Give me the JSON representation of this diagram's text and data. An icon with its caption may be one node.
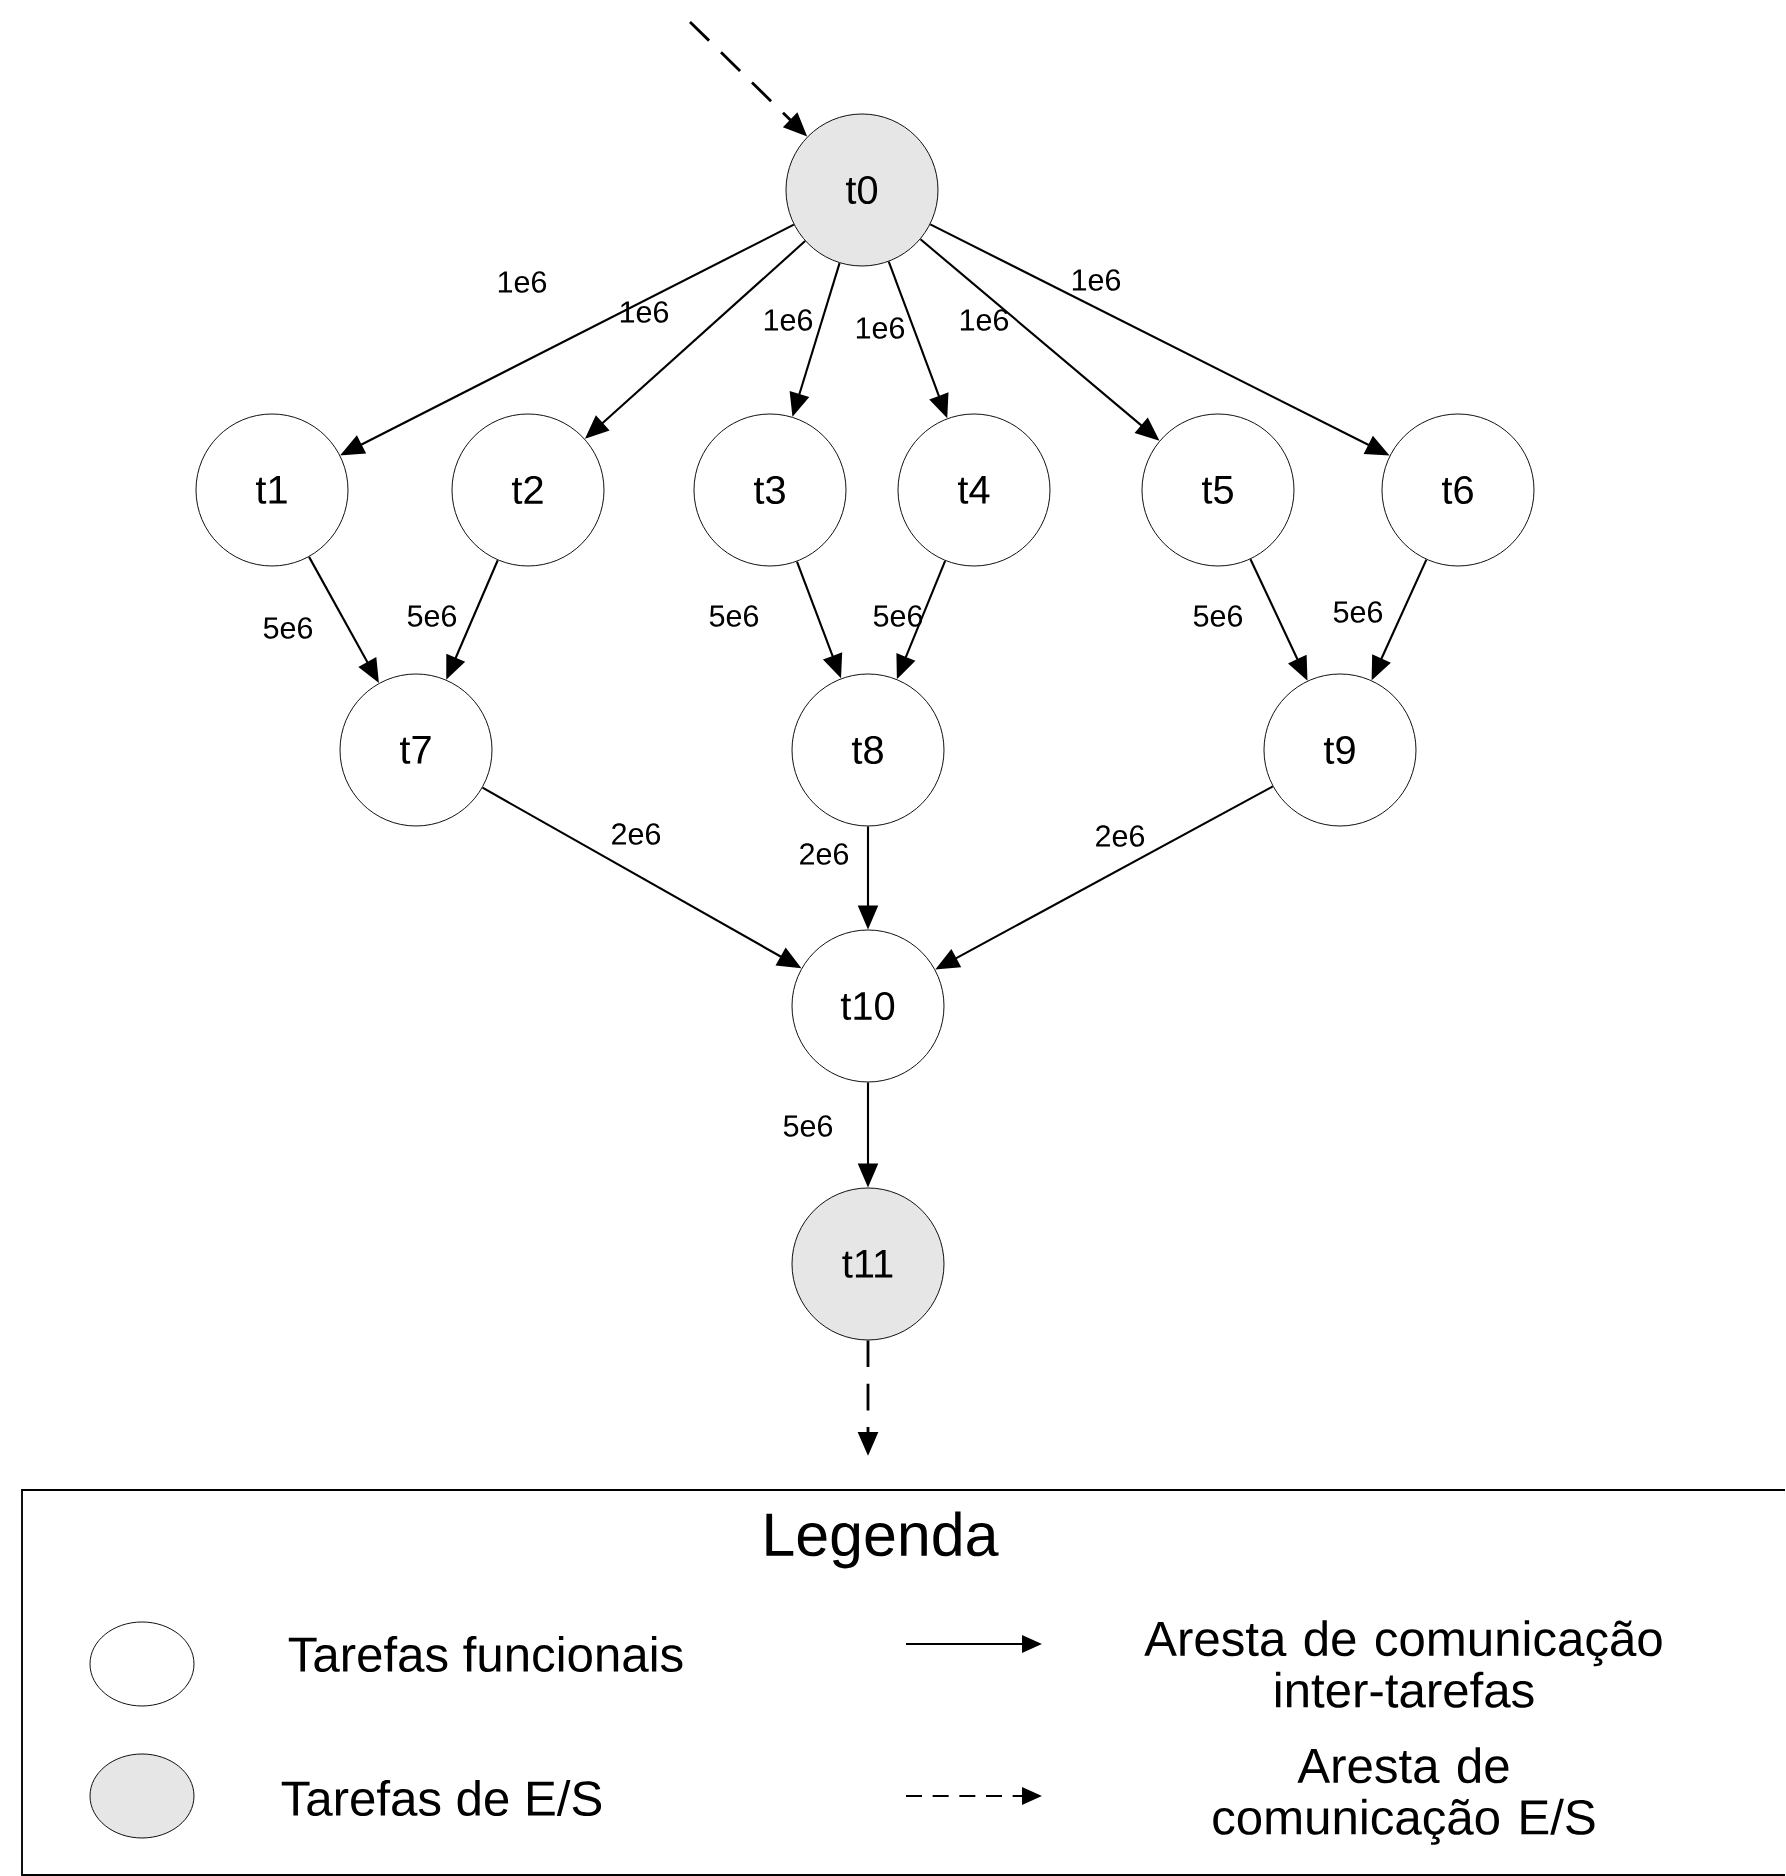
{
  "diagram": {
    "nodes": [
      {
        "text": [
          "t0"
        ]
      },
      {
        "text": [
          "t1"
        ]
      },
      {
        "text": [
          "t2"
        ]
      },
      {
        "text": [
          "t3"
        ]
      },
      {
        "text": [
          "t4"
        ]
      },
      {
        "text": [
          "t5"
        ]
      },
      {
        "text": [
          "t6"
        ]
      },
      {
        "text": [
          "t7"
        ]
      },
      {
        "text": [
          "t8"
        ]
      },
      {
        "text": [
          "t9"
        ]
      },
      {
        "text": [
          "t10"
        ]
      },
      {
        "text": [
          "t11"
        ]
      }
    ],
    "edges": [
      {
        "from": null,
        "to": 0,
        "arrow": "to",
        "style": "dashed"
      },
      {
        "from": 0,
        "to": 1,
        "arrow": "to",
        "label": "1e6"
      },
      {
        "from": 0,
        "to": 2,
        "arrow": "to",
        "label": "1e6"
      },
      {
        "from": 0,
        "to": 3,
        "arrow": "to",
        "label": "1e6"
      },
      {
        "from": 0,
        "to": 4,
        "arrow": "to",
        "label": "1e6"
      },
      {
        "from": 0,
        "to": 5,
        "arrow": "to",
        "label": "1e6"
      },
      {
        "from": 0,
        "to": 6,
        "arrow": "to",
        "label": "1e6"
      },
      {
        "from": 1,
        "to": 7,
        "arrow": "to",
        "label": "5e6"
      },
      {
        "from": 2,
        "to": 7,
        "arrow": "to",
        "label": "5e6"
      },
      {
        "from": 3,
        "to": 8,
        "arrow": "to",
        "label": "5e6"
      },
      {
        "from": 4,
        "to": 8,
        "arrow": "to",
        "label": "5e6"
      },
      {
        "from": 5,
        "to": 9,
        "arrow": "to",
        "label": "5e6"
      },
      {
        "from": 6,
        "to": 9,
        "arrow": "to",
        "label": "5e6"
      },
      {
        "from": 7,
        "to": 10,
        "arrow": "to",
        "label": "2e6"
      },
      {
        "from": 8,
        "to": 10,
        "arrow": "to",
        "label": "2e6"
      },
      {
        "from": 9,
        "to": 10,
        "arrow": "to",
        "label": "2e6"
      },
      {
        "from": 10,
        "to": 11,
        "arrow": "to",
        "label": "5e6"
      },
      {
        "from": 11,
        "to": null,
        "arrow": "to",
        "style": "dashed"
      }
    ],
    "labels": [
      "Legenda"
    ],
    "legend": [
      {
        "text": "Tarefas funcionais"
      },
      {
        "text": "Aresta de comunicação inter-tarefas"
      },
      {
        "text": "Tarefas de E/S"
      },
      {
        "text": "Aresta de comunicação E/S"
      }
    ]
  }
}
